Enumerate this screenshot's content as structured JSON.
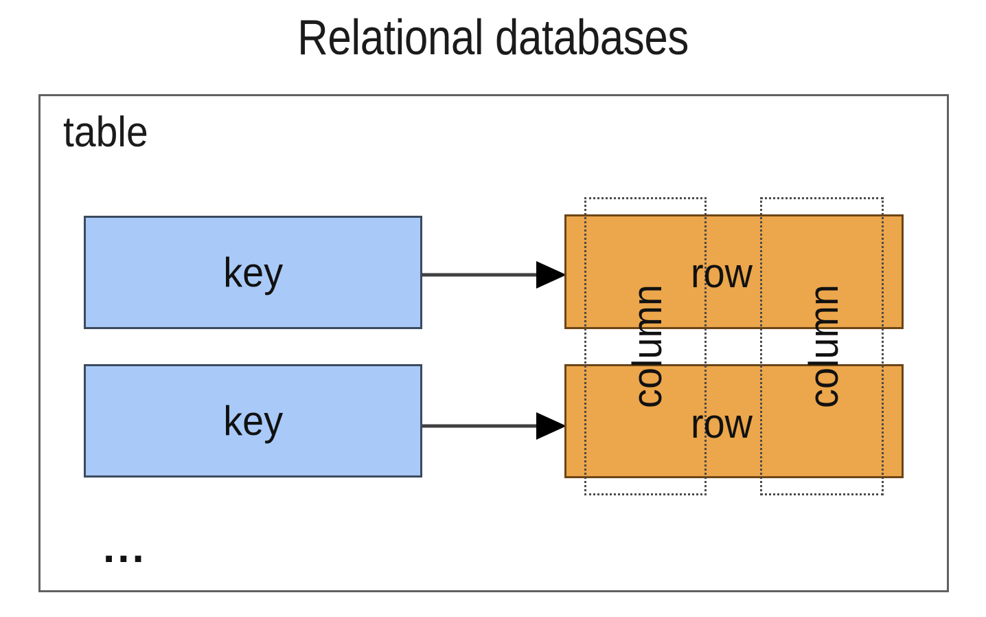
{
  "diagram": {
    "title": "Relational databases",
    "table": {
      "label": "table",
      "ellipsis": "...",
      "keys": [
        {
          "label": "key"
        },
        {
          "label": "key"
        }
      ],
      "rows": [
        {
          "label": "row"
        },
        {
          "label": "row"
        }
      ],
      "columns": [
        {
          "label": "column"
        },
        {
          "label": "column"
        }
      ],
      "arrows": [
        {
          "name": "key-to-row-arrow-1",
          "from": "key",
          "to": "row"
        },
        {
          "name": "key-to-row-arrow-2",
          "from": "key",
          "to": "row"
        }
      ]
    },
    "colors": {
      "background": "#ffffff",
      "title_text": "#1b1b1b",
      "frame_border": "#616161",
      "key_fill": "#a9caf8",
      "key_border": "#3b4a5e",
      "row_fill": "#eca64b",
      "row_border": "#6b4516",
      "column_border": "#4a4a4a",
      "arrow": "#404040",
      "arrow_head": "#000000",
      "label_text": "#111111"
    }
  }
}
